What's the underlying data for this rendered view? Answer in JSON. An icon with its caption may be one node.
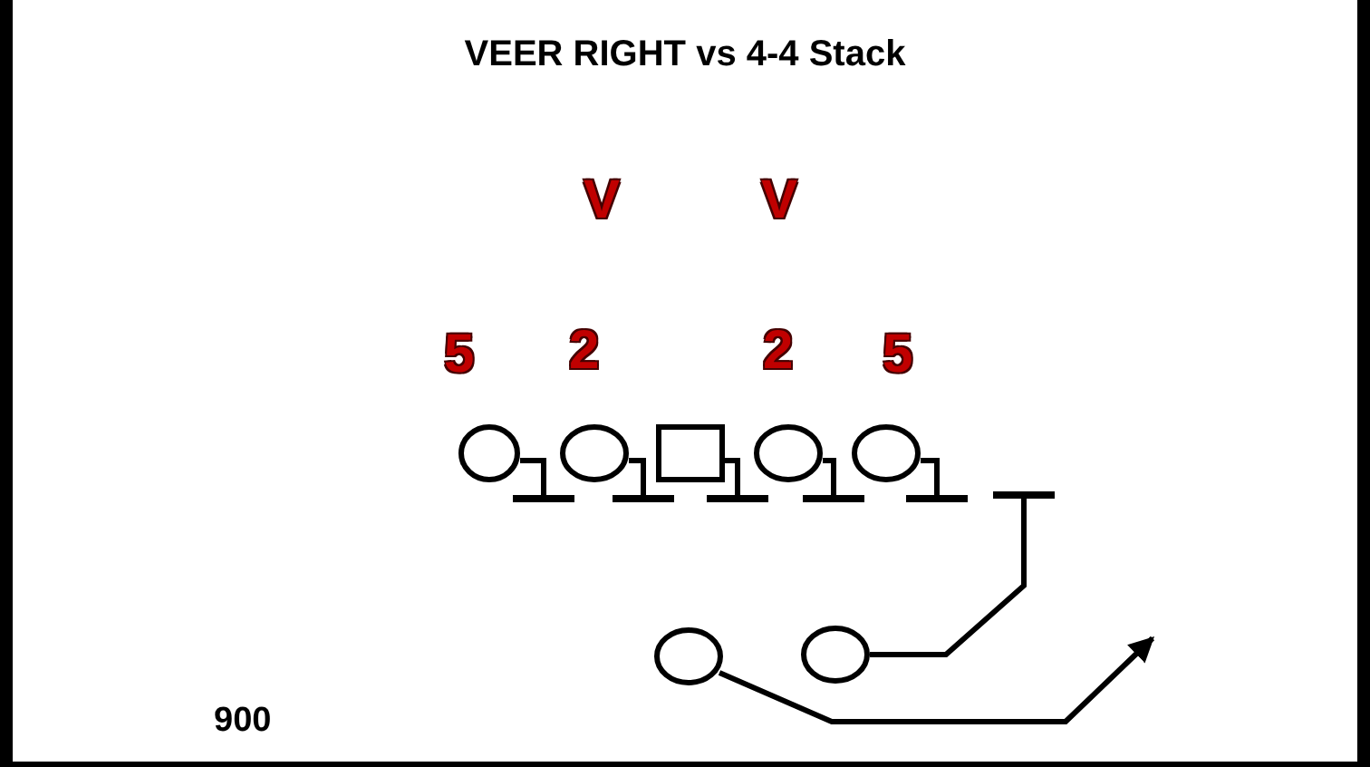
{
  "diagram": {
    "title": "VEER RIGHT vs 4-4 Stack",
    "nodes": [
      {
        "text": [],
        "shape": "circle"
      },
      {
        "text": [],
        "shape": "circle"
      },
      {
        "text": [],
        "shape": "box"
      },
      {
        "text": [],
        "shape": "circle"
      },
      {
        "text": [],
        "shape": "circle"
      },
      {
        "text": [],
        "shape": "circle"
      },
      {
        "text": [],
        "shape": "circle"
      }
    ],
    "edges": [
      {
        "from": 0,
        "to": null,
        "arrow": "other"
      },
      {
        "from": 1,
        "to": null,
        "arrow": "other"
      },
      {
        "from": 2,
        "to": null,
        "arrow": "other"
      },
      {
        "from": 3,
        "to": null,
        "arrow": "other"
      },
      {
        "from": 4,
        "to": null,
        "arrow": "other"
      },
      {
        "from": 5,
        "to": null,
        "arrow": "to"
      },
      {
        "from": 6,
        "to": null,
        "arrow": "other"
      }
    ],
    "labels": [
      "V",
      "V",
      "5",
      "2",
      "2",
      "5",
      "900"
    ]
  }
}
